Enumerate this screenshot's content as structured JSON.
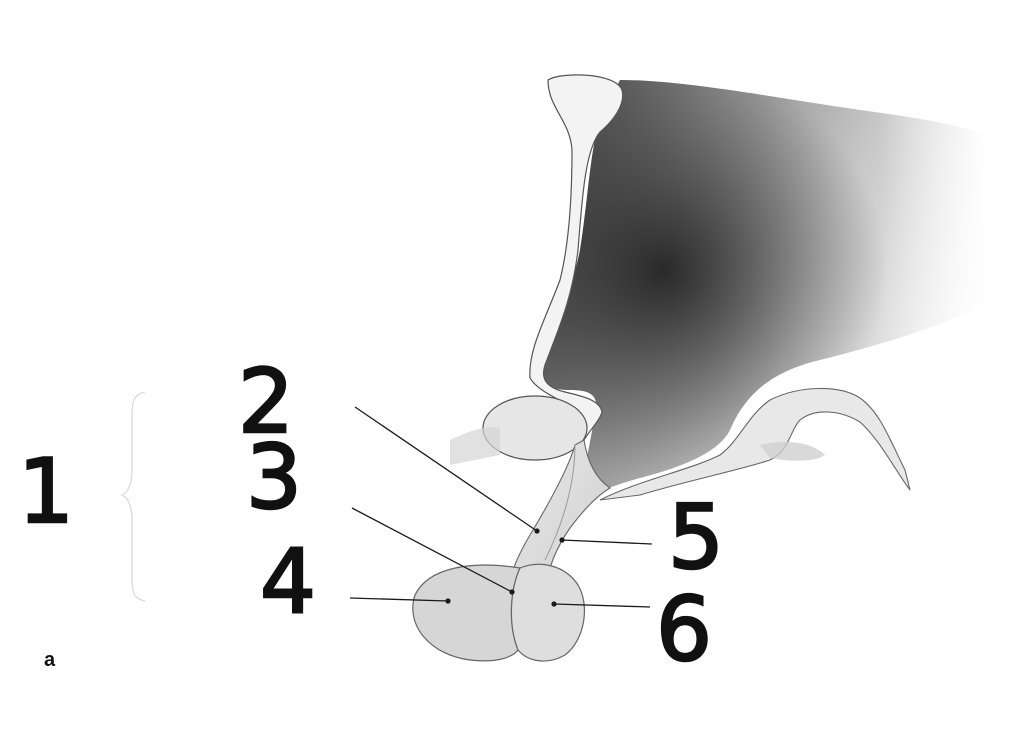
{
  "figure": {
    "panel_letter": "a",
    "labels": [
      {
        "id": "1",
        "text": "1",
        "target": "bracket"
      },
      {
        "id": "2",
        "text": "2",
        "target": "stalk-upper"
      },
      {
        "id": "3",
        "text": "3",
        "target": "stalk-lower-anterior"
      },
      {
        "id": "4",
        "text": "4",
        "target": "anterior-lobe"
      },
      {
        "id": "5",
        "text": "5",
        "target": "stalk-posterior"
      },
      {
        "id": "6",
        "text": "6",
        "target": "posterior-lobe"
      }
    ]
  }
}
